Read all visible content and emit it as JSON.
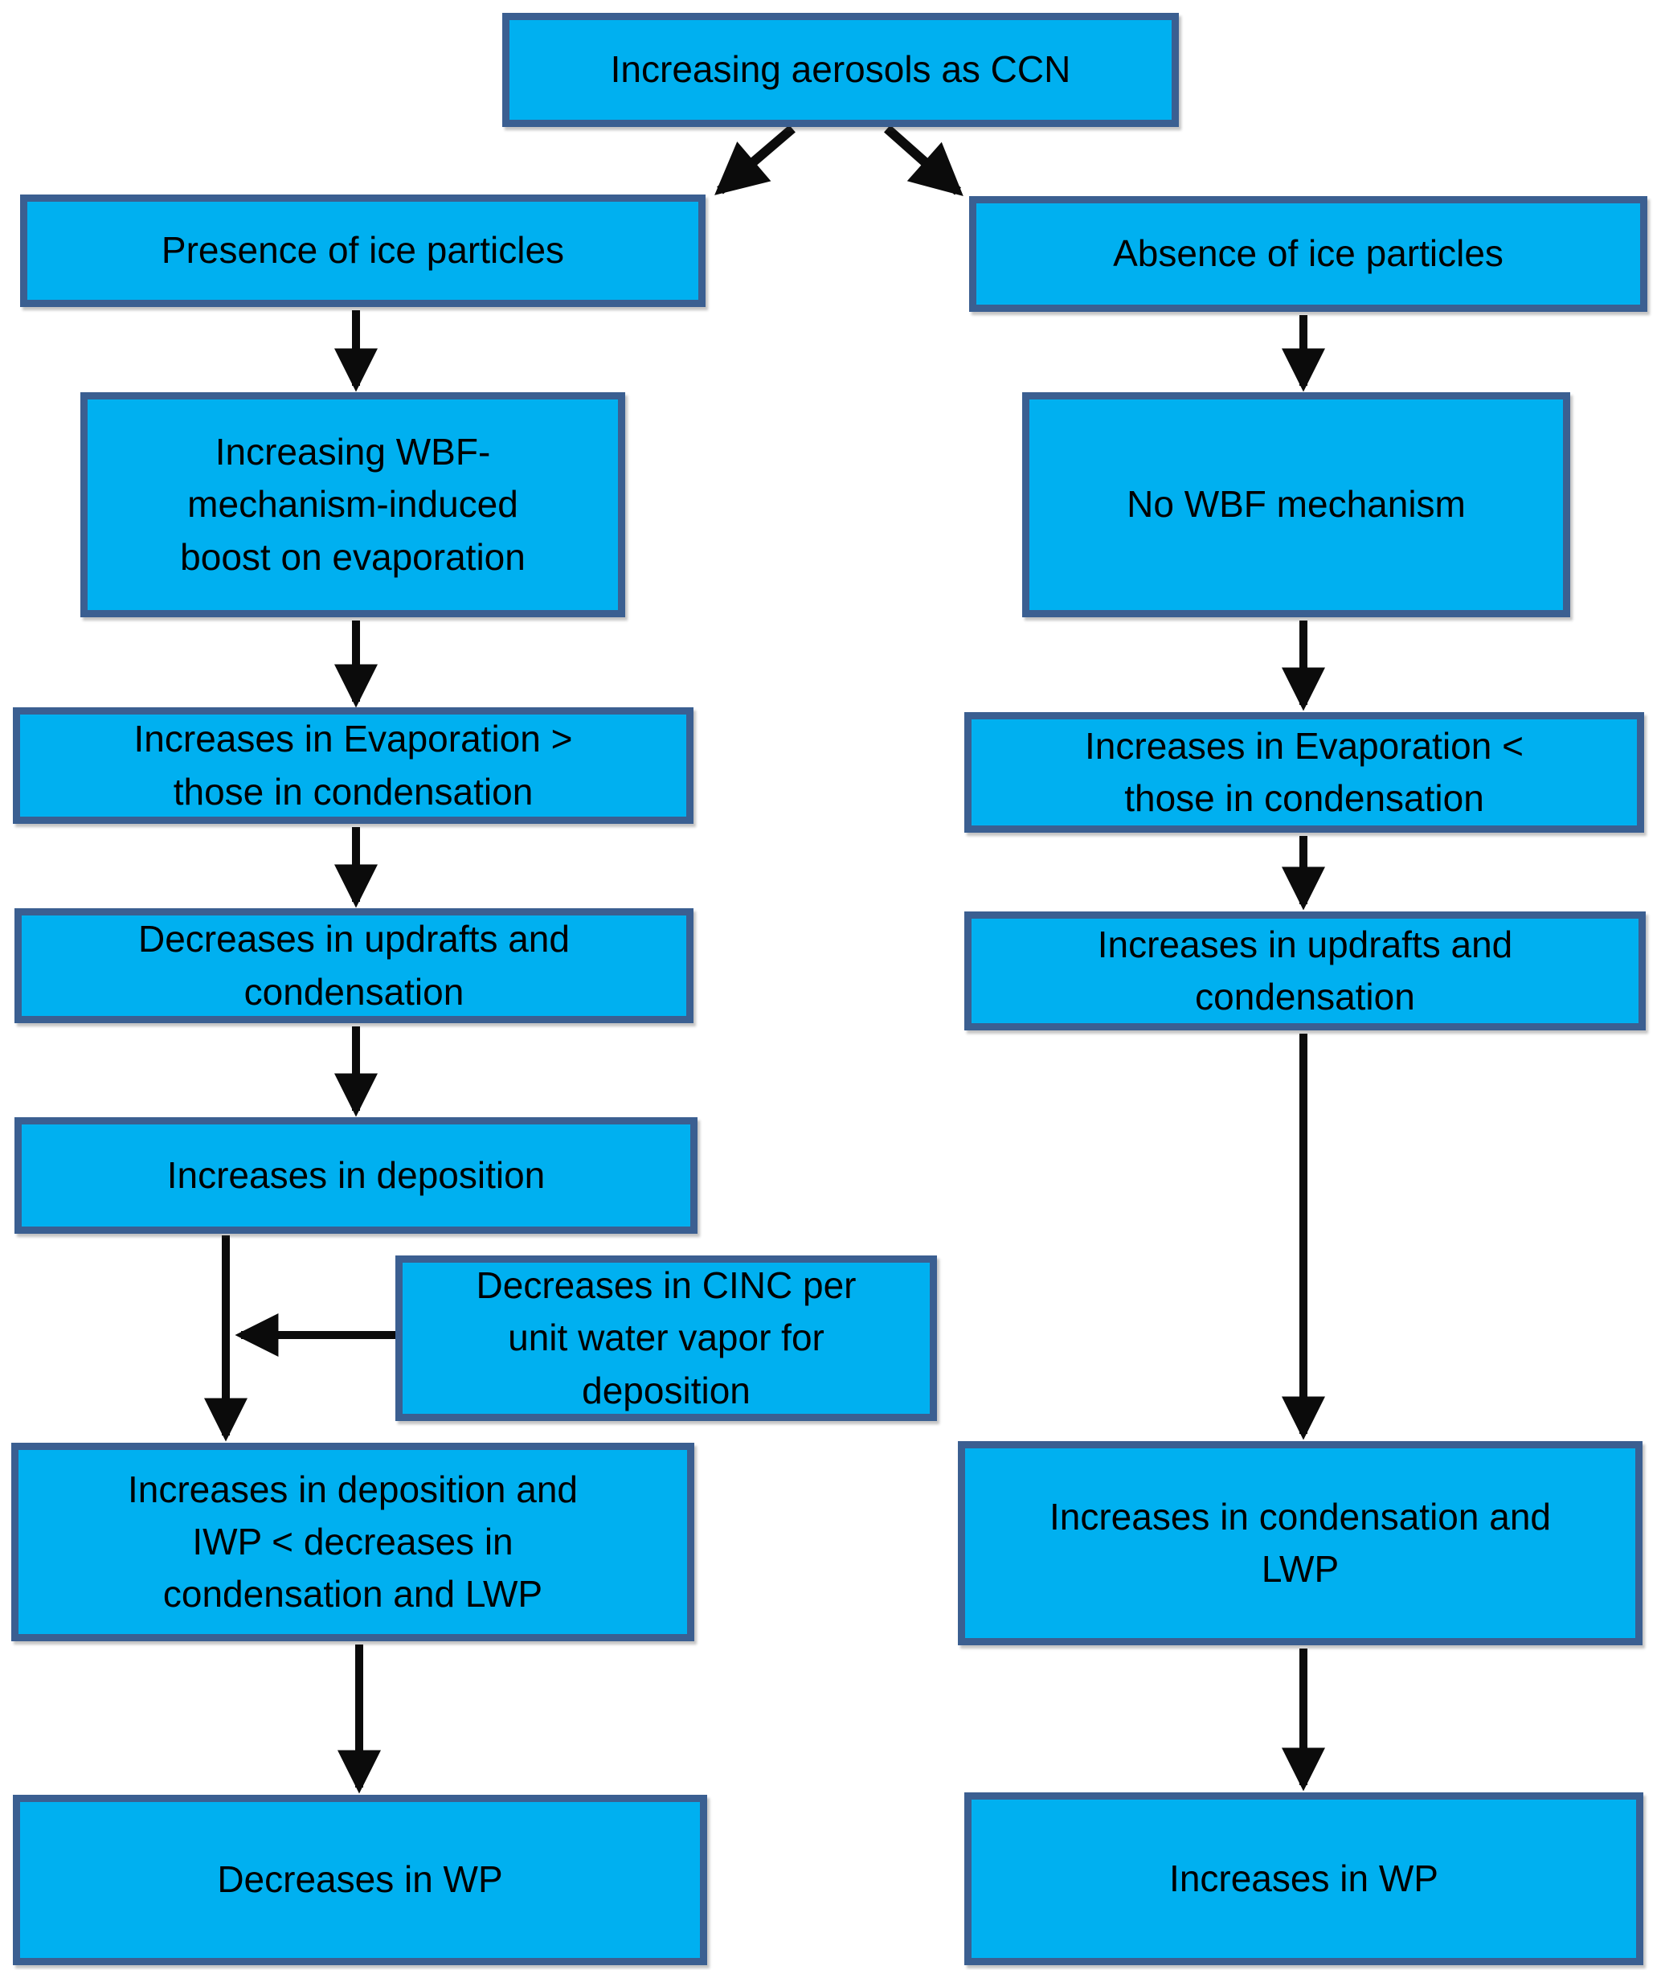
{
  "colors": {
    "box_fill": "#00B0F0",
    "box_border": "#3B5F91",
    "arrow": "#0B0B0B",
    "text": "#000000",
    "background": "#FFFFFF"
  },
  "nodes": {
    "root": {
      "label": "Increasing aerosols as CCN"
    },
    "left1": {
      "label": "Presence of ice particles"
    },
    "left2": {
      "label": "Increasing WBF-\nmechanism-induced\nboost on evaporation"
    },
    "left3": {
      "label": "Increases in Evaporation >\nthose in condensation"
    },
    "left4": {
      "label": "Decreases in updrafts and\ncondensation"
    },
    "left5": {
      "label": "Increases in deposition"
    },
    "side": {
      "label": "Decreases in CINC per\nunit water vapor for\ndeposition"
    },
    "left6": {
      "label": "Increases in deposition and\nIWP < decreases in\ncondensation and LWP"
    },
    "left7": {
      "label": "Decreases in WP"
    },
    "right1": {
      "label": "Absence of ice particles"
    },
    "right2": {
      "label": "No WBF mechanism"
    },
    "right3": {
      "label": "Increases in Evaporation <\nthose in condensation"
    },
    "right4": {
      "label": "Increases in updrafts and\ncondensation"
    },
    "right5": {
      "label": "Increases in condensation and\nLWP"
    },
    "right6": {
      "label": "Increases in WP"
    }
  },
  "edges": [
    {
      "from": "root",
      "to": "left1"
    },
    {
      "from": "root",
      "to": "right1"
    },
    {
      "from": "left1",
      "to": "left2"
    },
    {
      "from": "left2",
      "to": "left3"
    },
    {
      "from": "left3",
      "to": "left4"
    },
    {
      "from": "left4",
      "to": "left5"
    },
    {
      "from": "left5",
      "to": "left6"
    },
    {
      "from": "side",
      "to": "left6"
    },
    {
      "from": "left6",
      "to": "left7"
    },
    {
      "from": "right1",
      "to": "right2"
    },
    {
      "from": "right2",
      "to": "right3"
    },
    {
      "from": "right3",
      "to": "right4"
    },
    {
      "from": "right4",
      "to": "right5"
    },
    {
      "from": "right5",
      "to": "right6"
    }
  ]
}
